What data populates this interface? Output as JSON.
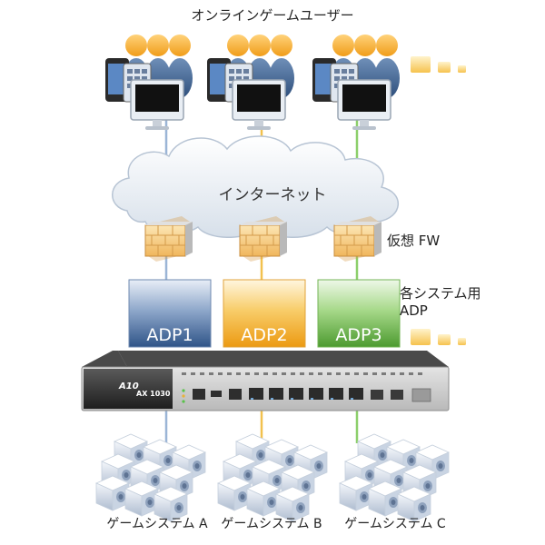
{
  "title_users": "オンラインゲームユーザー",
  "cloud_label": "インターネット",
  "firewall_label": "仮想 FW",
  "adp_section_label_line1": "各システム用",
  "adp_section_label_line2": "ADP",
  "adps": [
    {
      "name": "ADP1",
      "color": "#3f6496"
    },
    {
      "name": "ADP2",
      "color": "#f0a51c"
    },
    {
      "name": "ADP3",
      "color": "#5aa83c"
    }
  ],
  "appliance": {
    "brand": "A10",
    "model": "AX 1030"
  },
  "game_systems": [
    {
      "name": "ゲームシステム A"
    },
    {
      "name": "ゲームシステム B"
    },
    {
      "name": "ゲームシステム C"
    }
  ],
  "line_colors": {
    "a": "#9bb5d6",
    "b": "#f2c14e",
    "c": "#8ccf6a"
  }
}
